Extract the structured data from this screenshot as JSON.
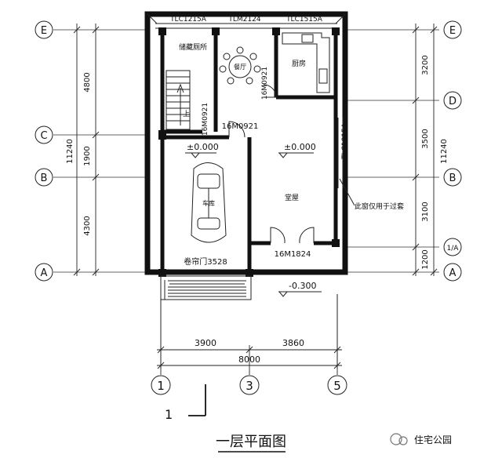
{
  "plan": {
    "title": "一层平面图",
    "section_mark": "1",
    "watermark": "住宅公园",
    "axes_rows_left": [
      "E",
      "C",
      "B",
      "A"
    ],
    "axes_rows_right": [
      "E",
      "D",
      "B",
      "1/A",
      "A"
    ],
    "axes_cols": [
      "1",
      "3",
      "5"
    ],
    "windows": {
      "w1": "TLC1215A",
      "w2": "TLM2124",
      "w3": "TLC1515A",
      "w4": "TLC1815A"
    },
    "doors": {
      "d1": "16M0921",
      "d2": "16M0921",
      "d3": "16M0921",
      "d4": "16M1824",
      "garage": "卷帘门3528"
    },
    "rooms": {
      "storage": "储藏厕所",
      "dining": "餐厅",
      "kitchen": "厨房",
      "garage": "车库",
      "hall": "堂屋",
      "stairs_up": "上"
    },
    "levels": {
      "garage": "±0.000",
      "hall": "±0.000",
      "outdoor": "-0.300"
    },
    "note": "此窗仅用于过套",
    "dims_left": [
      "4800",
      "1900",
      "4300",
      "11240"
    ],
    "dims_right": [
      "3200",
      "3500",
      "3100",
      "1200",
      "11240"
    ],
    "dims_bottom": [
      "3900",
      "3860",
      "8000"
    ]
  }
}
